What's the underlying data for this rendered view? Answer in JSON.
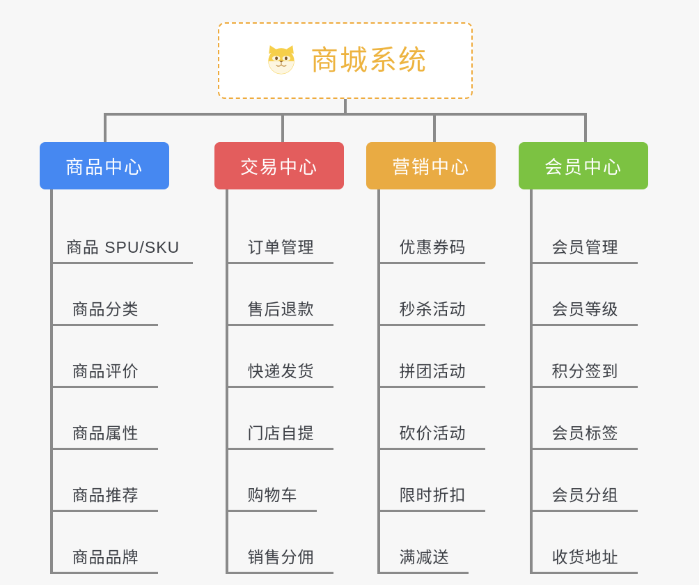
{
  "page": {
    "background_color": "#f7f7f7",
    "line_color": "#8a8a8a",
    "leaf_text_color": "#3c3f45"
  },
  "root": {
    "title": "商城系统",
    "icon": "shiba-dog-icon",
    "text_color": "#edb33f",
    "border_color": "#eeab3e",
    "fill_color": "#ffffff"
  },
  "branches": [
    {
      "label": "商品中心",
      "color": "#4688f1",
      "items": [
        "商品 SPU/SKU",
        "商品分类",
        "商品评价",
        "商品属性",
        "商品推荐",
        "商品品牌"
      ]
    },
    {
      "label": "交易中心",
      "color": "#e35d5d",
      "items": [
        "订单管理",
        "售后退款",
        "快递发货",
        "门店自提",
        "购物车",
        "销售分佣"
      ]
    },
    {
      "label": "营销中心",
      "color": "#e9ab43",
      "items": [
        "优惠券码",
        "秒杀活动",
        "拼团活动",
        "砍价活动",
        "限时折扣",
        "满减送"
      ]
    },
    {
      "label": "会员中心",
      "color": "#7cc242",
      "items": [
        "会员管理",
        "会员等级",
        "积分签到",
        "会员标签",
        "会员分组",
        "收货地址"
      ]
    }
  ]
}
